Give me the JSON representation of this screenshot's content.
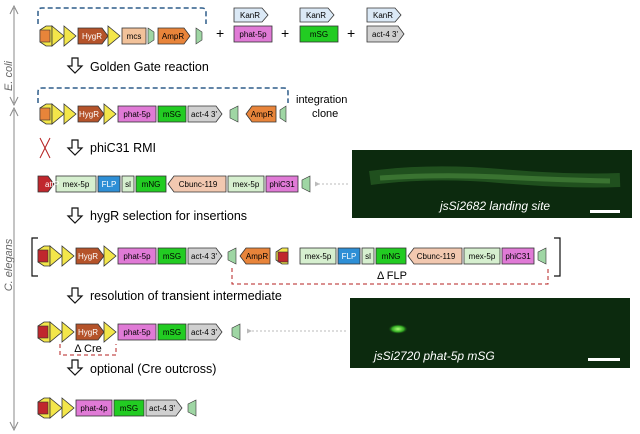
{
  "side_labels": {
    "top": "E. coli",
    "bottom": "C. elegans"
  },
  "steps": {
    "golden_gate": "Golden Gate reaction",
    "rmi": "phiC31 RMI",
    "selection": "hygR selection for insertions",
    "resolution": "resolution of transient intermediate",
    "optional": "optional (Cre outcross)"
  },
  "annotations": {
    "integration_clone_1": "integration",
    "integration_clone_2": "clone",
    "delta_flp": "Δ FLP",
    "delta_cre": "Δ Cre"
  },
  "parts": {
    "hyg": "HygR",
    "mcs": "mcs",
    "amp": "AmpR",
    "kan": "KanR",
    "phat5p": "phat-5p",
    "msg": "mSG",
    "act43": "act-4 3'",
    "attp": "attP",
    "mex5p": "mex-5p",
    "flp": "FLP",
    "sl": "sl",
    "mng": "mNG",
    "cbunc": "Cbunc-119",
    "phic31": "phiC31",
    "phat4p": "phat-4p"
  },
  "micrographs": {
    "landing_site": "jsSi2682 landing site",
    "phat5p_msg": "jsSi2720 phat-5p mSG"
  },
  "colors": {
    "hyg": "#b5532a",
    "amp": "#e8843a",
    "mcs": "#f2c29a",
    "kan_light": "#dbe9f6",
    "phat": "#e07ad6",
    "msg": "#22cc22",
    "act43": "#d0d0d0",
    "green_light": "#d6efcf",
    "flp": "#2e8fd6",
    "cbunc": "#f2c8b0",
    "attp": "#c0272d",
    "loxp": "#f3e64a",
    "gray_arrow": "#888888",
    "dash_blue": "#2e5d8a",
    "dash_red": "#b52020"
  }
}
